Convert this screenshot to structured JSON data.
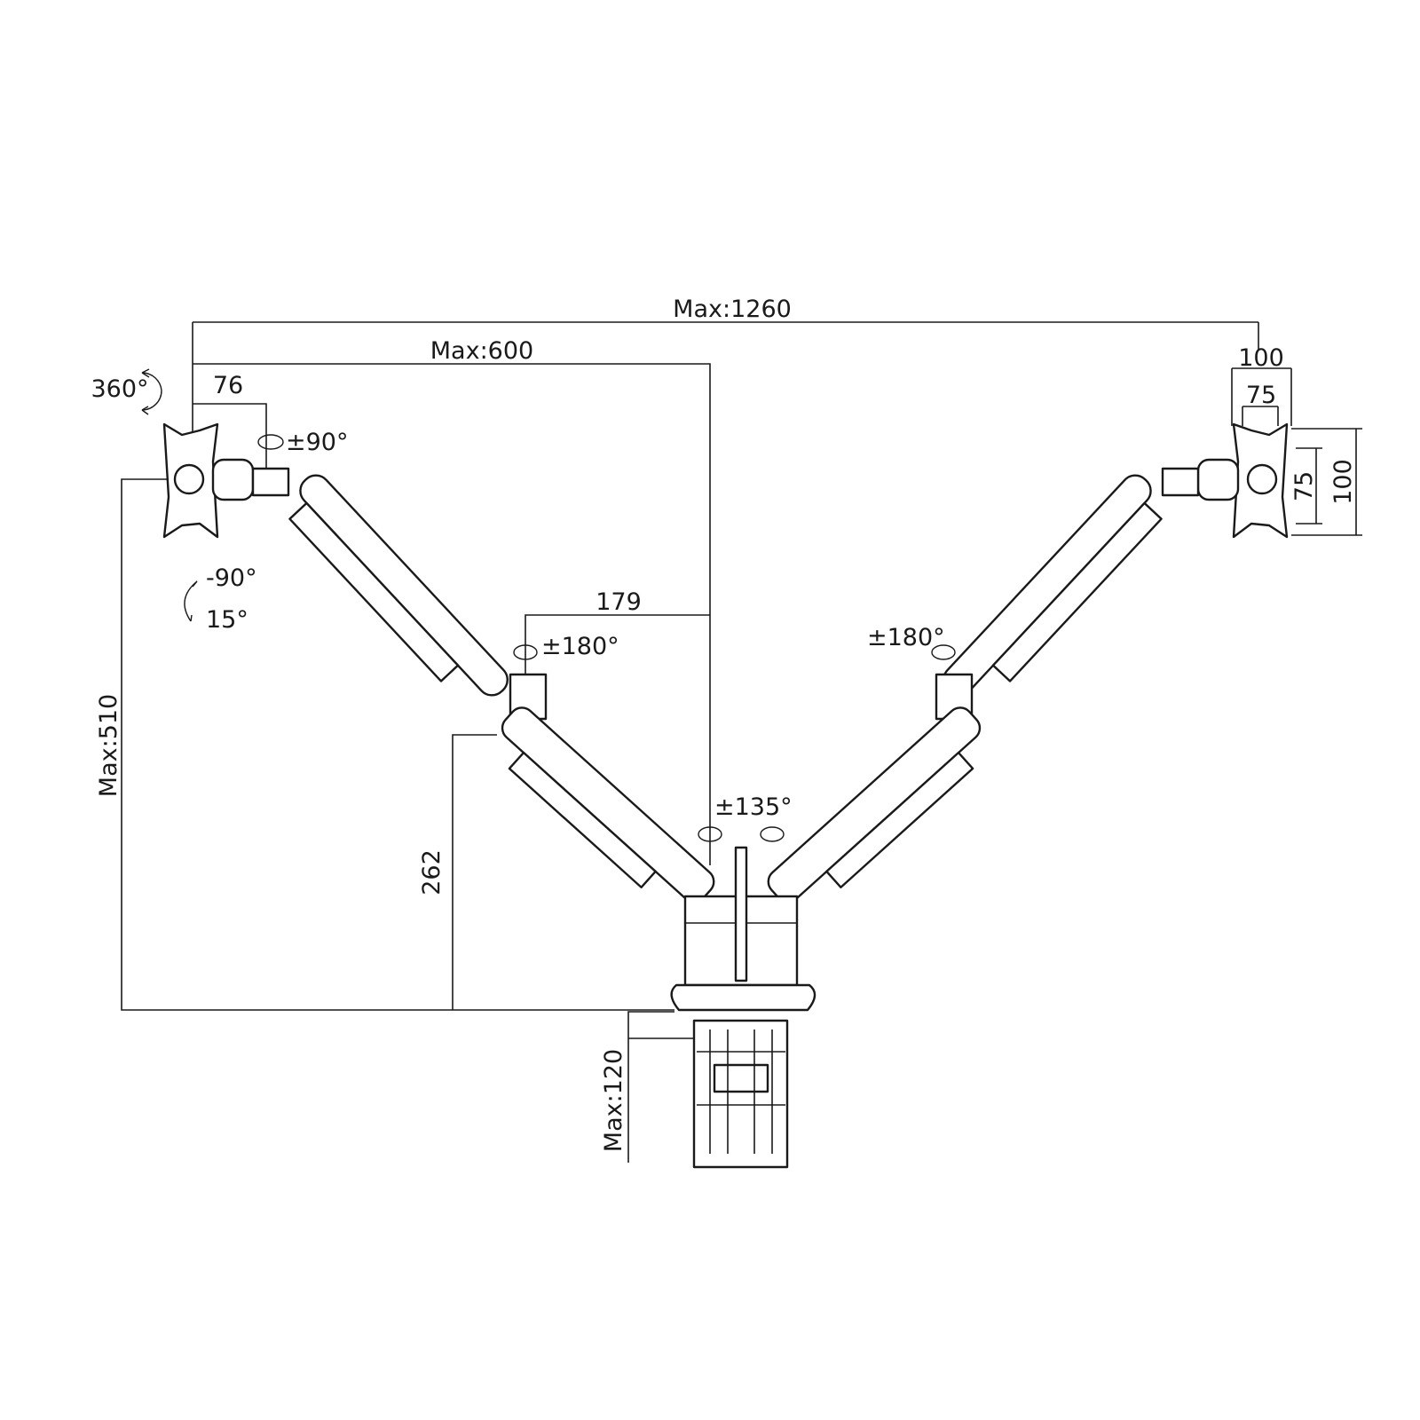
{
  "dimensions": {
    "max_width_total": "Max:1260",
    "max_reach": "Max:600",
    "head_offset": "76",
    "vesa_100_top": "100",
    "vesa_75_top": "75",
    "vesa_75_side": "75",
    "vesa_100_side": "100",
    "max_height": "Max:510",
    "elbow_offset": "179",
    "pole_height": "262",
    "clamp_max": "Max:120"
  },
  "rotations": {
    "rotate": "360°",
    "swivel_head": "±90°",
    "tilt_up": "-90°",
    "tilt_down": "15°",
    "elbow_left": "±180°",
    "elbow_right": "±180°",
    "base_swivel": "±135°"
  }
}
